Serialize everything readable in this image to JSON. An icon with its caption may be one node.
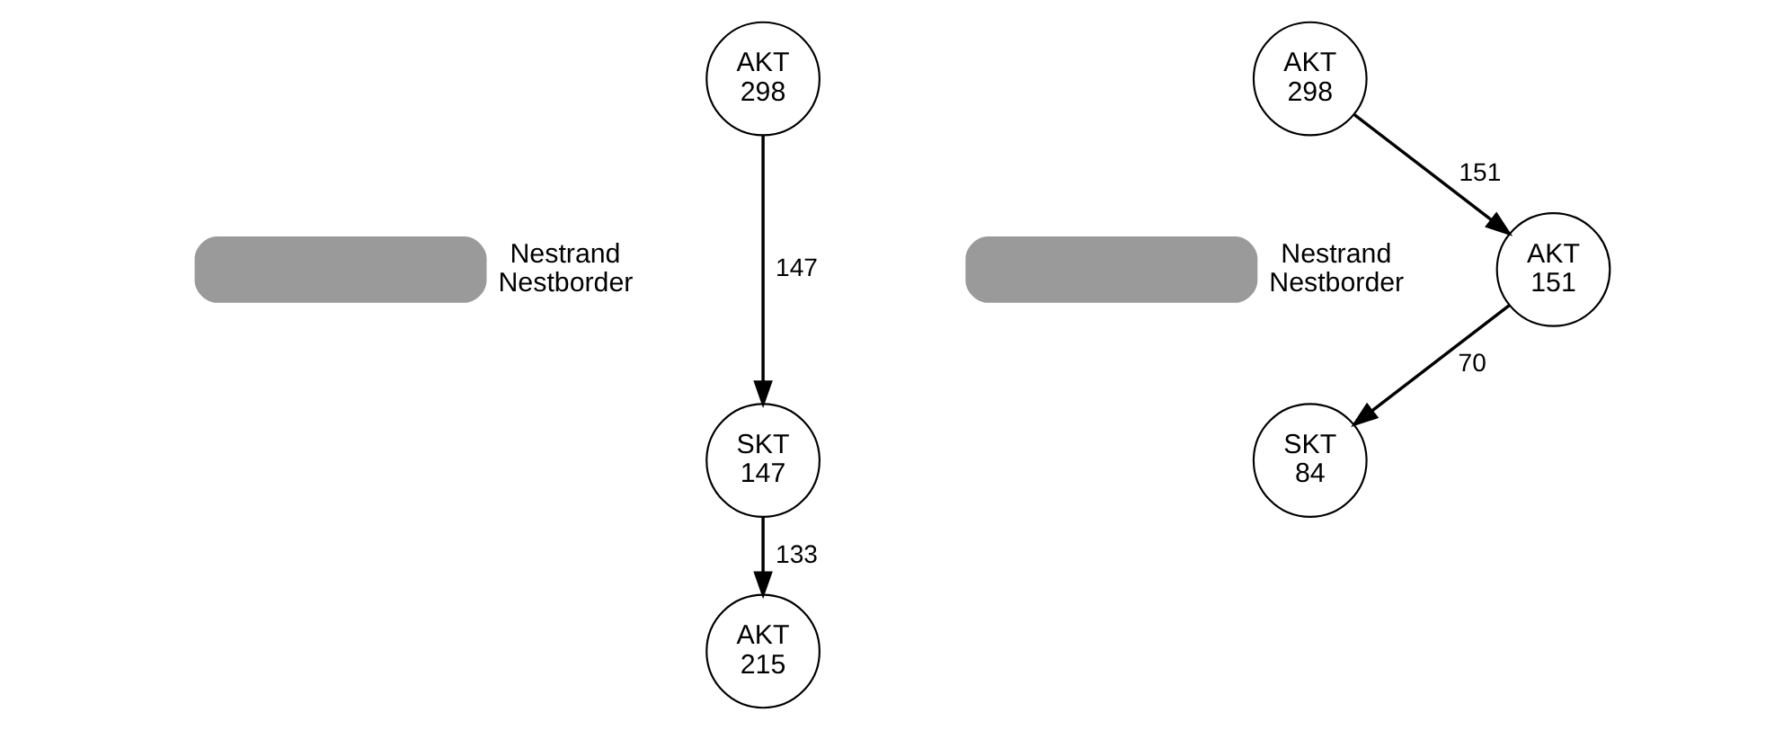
{
  "diagram": {
    "nodes": [
      {
        "text": [
          "AKT",
          "298"
        ]
      },
      {
        "text": [],
        "shape": "band",
        "beside": [
          "Nestrand",
          "Nestborder"
        ]
      },
      {
        "text": [
          "SKT",
          "147"
        ]
      },
      {
        "text": [
          "AKT",
          "215"
        ]
      },
      {
        "text": [
          "AKT",
          "298"
        ]
      },
      {
        "text": [],
        "shape": "band",
        "beside": [
          "Nestrand",
          "Nestborder"
        ]
      },
      {
        "text": [
          "SKT",
          "84"
        ]
      },
      {
        "text": [
          "AKT",
          "151"
        ]
      }
    ],
    "edges": [
      {
        "from": 0,
        "to": 2,
        "arrow": "to",
        "label": "147"
      },
      {
        "from": 2,
        "to": 3,
        "arrow": "to",
        "label": "133"
      },
      {
        "from": 4,
        "to": 7,
        "arrow": "to",
        "label": "151"
      },
      {
        "from": 7,
        "to": 6,
        "arrow": "to",
        "label": "70"
      }
    ]
  }
}
